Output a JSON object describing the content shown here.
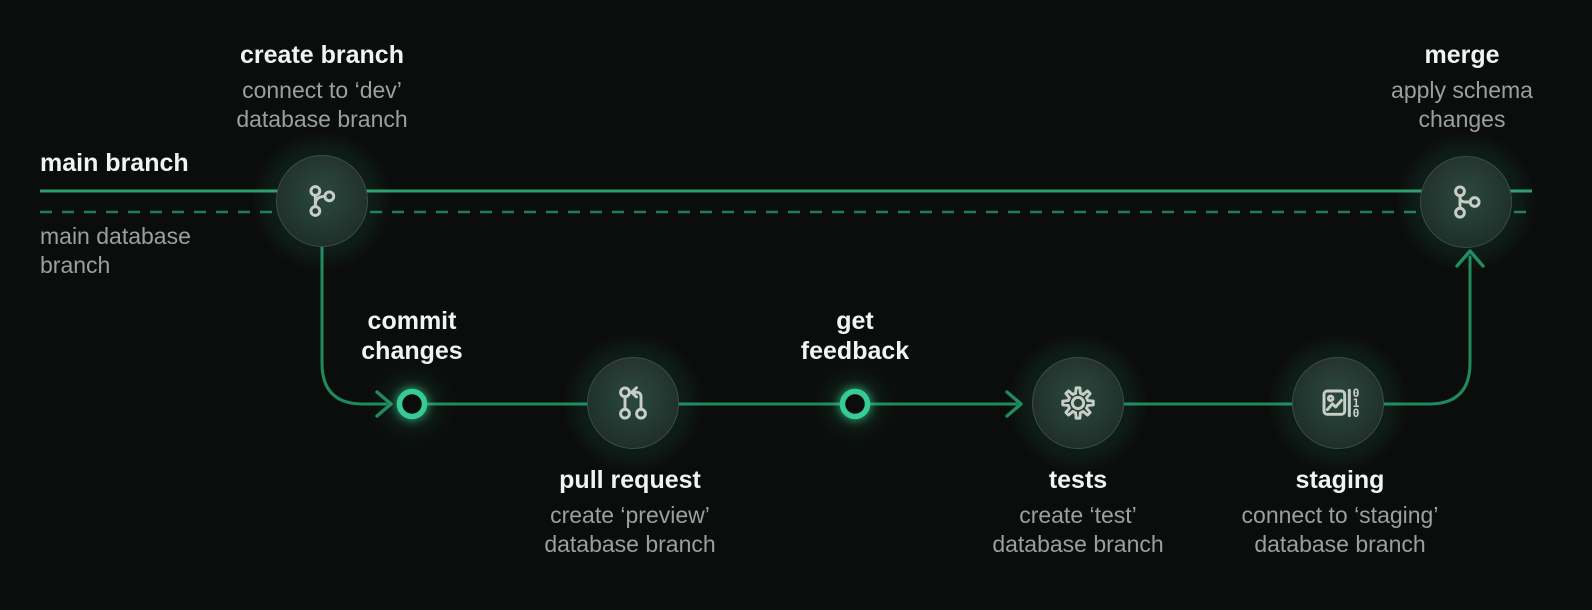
{
  "colors": {
    "background": "#0b0d0c",
    "solid_line": "#2f9e6e",
    "dashed_line": "#1e7f55",
    "branch_line": "#1f8a5d",
    "ring": "#35cc96",
    "title_text": "#f2f4f3",
    "subtitle_text": "#99a09d"
  },
  "main_track": {
    "branch_label": "main branch",
    "database_label": "main database branch"
  },
  "steps": {
    "create_branch": {
      "title": "create branch",
      "subtitle": "connect to ‘dev’ database branch",
      "icon": "git-branch-icon"
    },
    "commit": {
      "label": "commit changes"
    },
    "pull_request": {
      "title": "pull request",
      "subtitle": "create ‘preview’ database branch",
      "icon": "git-pull-request-icon"
    },
    "feedback": {
      "label": "get feedback"
    },
    "tests": {
      "title": "tests",
      "subtitle": "create ‘test’ database branch",
      "icon": "gear-icon"
    },
    "staging": {
      "title": "staging",
      "subtitle": "connect to ‘staging’ database branch",
      "icon": "data-preview-icon"
    },
    "merge": {
      "title": "merge",
      "subtitle": "apply schema changes",
      "icon": "git-merge-icon"
    }
  }
}
